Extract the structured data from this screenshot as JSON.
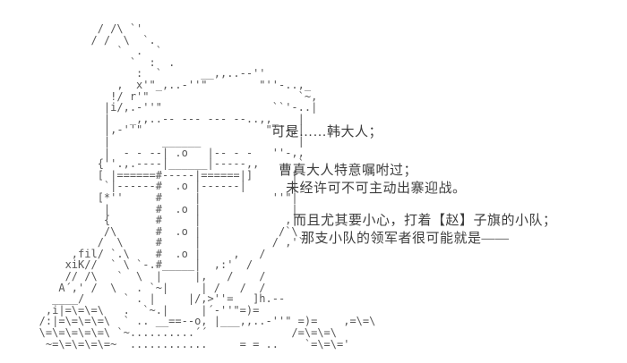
{
  "scene": {
    "background_color": "#ffffff",
    "art_color": "#575757",
    "text_color": "#3d3d3d"
  },
  "ascii_art": {
    "text": "            / /\\ `'\n           / /  \\  `.\n               `  .  `\n                 `  :  .\n                  :  `      __,,..--''\n               ,  x'\"_,..-''\"        \"''-..,_\n              !/ r'\"                       `~,\n             |i/,.-''\"                 ``'-..|\n             |   _,,..-- --- --- --..,,_   |\n             |,-''\"                   \"''-,|\n             |        ______               |\n             |  - - --| .o   |-- - -   ''-,,\n            {''.,.----|______|-----,,      `\n            [ |======#-----|======|]      |\n             `|------#  .o |------|       |\n            [*''     #     |           ''\"|\n             |       #  .o |              |\n             {       #     |             ,'\n             /\\      #  .o |            /`\\\n            /  \\     #     |           / ,'`\n        ,fil/ `.\\    #  .o |     ,   /\n       xiK//  ` \\ `-.#_____|  ,:'  /\n       // /\\   `  \\  |     |,   /    /\n      A´,' /  \\   . `~|     | /   /  /\n     ____/      ` . |     |/,>''=   ]h.--\n    ,i|=\\=\\=\\   .  `~.|     |´-''\"=)=\n   /:|=\\=\\=\\=\\  ` .. __==--o, |___,,..-''\" =)=    ,=\\=\\\n   \\=\\=\\=\\=\\=\\ `~..........´´             /=\\=\\=\\\n    ~=\\=\\=\\=\\=~  ............     = = ..    `=\\=\\='"
  },
  "dialogue": {
    "lines": [
      {
        "text": "可是……韩大人；"
      },
      {
        "text": "曹真大人特意嘱咐过；"
      },
      {
        "text": "未经许可不可主动出寨迎战。"
      },
      {
        "text": "而且尤其要小心，打着【赵】子旗的小队；"
      },
      {
        "text": "那支小队的领军者很可能就是——"
      }
    ]
  }
}
